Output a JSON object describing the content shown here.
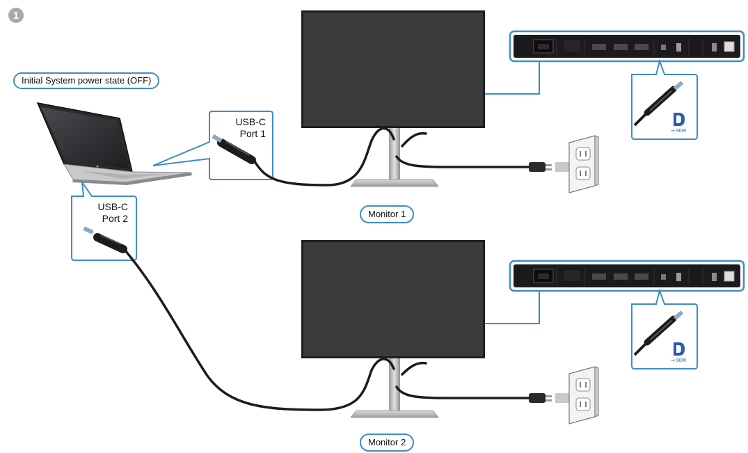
{
  "step": {
    "number": "1"
  },
  "title": "Initial System power state (OFF)",
  "ports": [
    {
      "line1": "USB-C",
      "line2": "Port 1"
    },
    {
      "line1": "USB-C",
      "line2": "Port 2"
    }
  ],
  "monitors": [
    {
      "label": "Monitor 1",
      "power_rating": "90W"
    },
    {
      "label": "Monitor 2",
      "power_rating": "90W"
    }
  ],
  "icons": [
    "laptop-icon",
    "monitor-icon",
    "usb-c-plug-icon",
    "displayport-icon",
    "wall-outlet-icon",
    "power-plug-icon"
  ],
  "colors": {
    "accent": "#3f8dc1",
    "panel": "#1b1b1d",
    "screen": "#3b3b3d",
    "cable": "#1c1c1c",
    "displayport": "#2a5bb5"
  }
}
